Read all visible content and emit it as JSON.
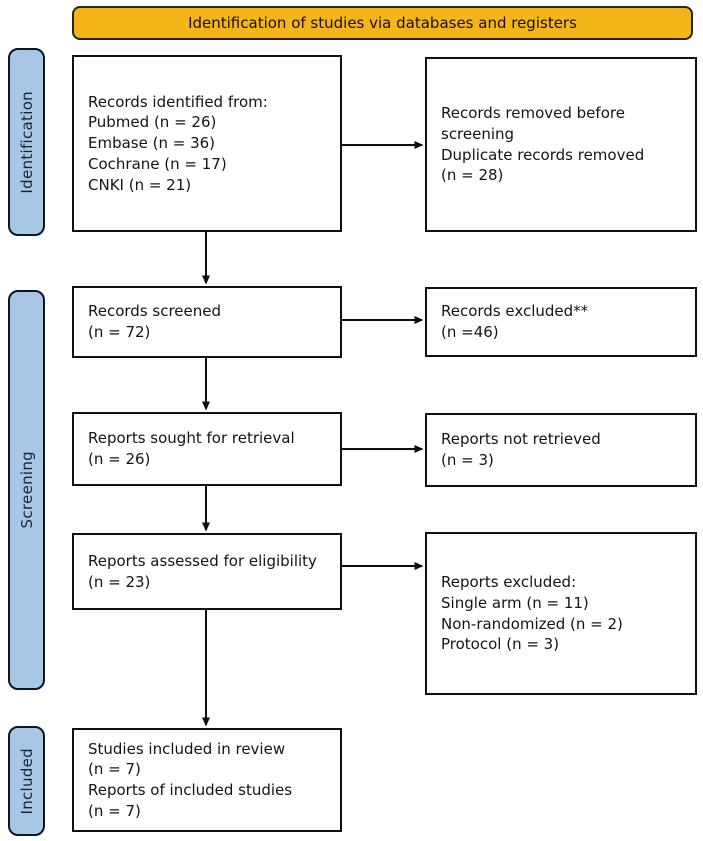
{
  "banner": {
    "label": "Identification of studies via databases and registers"
  },
  "sidebar": {
    "stages": [
      {
        "label": "Identification"
      },
      {
        "label": "Screening"
      },
      {
        "label": "Included"
      }
    ]
  },
  "flow": {
    "left": [
      {
        "text": "Records identified from:\nPubmed (n = 26)\nEmbase (n = 36)\nCochrane (n = 17)\nCNKI (n = 21)"
      },
      {
        "text": "Records screened\n(n = 72)"
      },
      {
        "text": "Reports sought for retrieval\n(n = 26)"
      },
      {
        "text": "Reports assessed for eligibility\n(n = 23)"
      },
      {
        "text": "Studies included in review\n(n = 7)\nReports of included studies\n(n = 7)"
      }
    ],
    "right": [
      {
        "text": "Records removed before\nscreening\nDuplicate records removed\n(n = 28)"
      },
      {
        "text": "Records excluded**\n(n =46)"
      },
      {
        "text": "Reports not retrieved\n(n = 3)"
      },
      {
        "text": "Reports excluded:\nSingle arm (n = 11)\nNon-randomized (n = 2)\nProtocol (n = 3)"
      }
    ]
  },
  "colors": {
    "banner_fill": "#F4B518",
    "stage_fill": "#A8C6E6",
    "box_border": "#101010",
    "arrow": "#0e0e0e"
  }
}
